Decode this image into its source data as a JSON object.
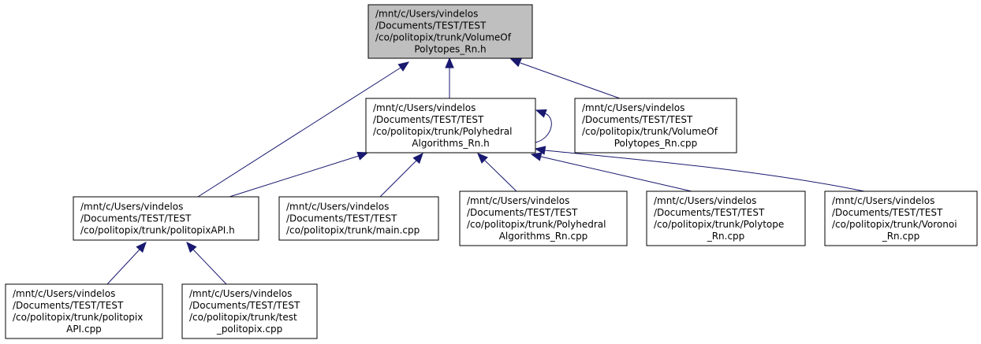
{
  "colors": {
    "root_fill": "#bfbfbf",
    "node_fill": "#ffffff",
    "border": "#000000",
    "edge": "#191970"
  },
  "nodes": [
    {
      "id": "volume_h",
      "lines": [
        "/mnt/c/Users/vindelos",
        "/Documents/TEST/TEST",
        "/co/politopix/trunk/VolumeOf",
        "Polytopes_Rn.h"
      ],
      "highlight": true
    },
    {
      "id": "polyhedral_h",
      "lines": [
        "/mnt/c/Users/vindelos",
        "/Documents/TEST/TEST",
        "/co/politopix/trunk/Polyhedral",
        "Algorithms_Rn.h"
      ],
      "highlight": false
    },
    {
      "id": "volume_cpp",
      "lines": [
        "/mnt/c/Users/vindelos",
        "/Documents/TEST/TEST",
        "/co/politopix/trunk/VolumeOf",
        "Polytopes_Rn.cpp"
      ],
      "highlight": false
    },
    {
      "id": "politopixapi_h",
      "lines": [
        "/mnt/c/Users/vindelos",
        "/Documents/TEST/TEST",
        "/co/politopix/trunk/politopixAPI.h"
      ],
      "highlight": false
    },
    {
      "id": "main_cpp",
      "lines": [
        "/mnt/c/Users/vindelos",
        "/Documents/TEST/TEST",
        "/co/politopix/trunk/main.cpp"
      ],
      "highlight": false
    },
    {
      "id": "polyhedral_cpp",
      "lines": [
        "/mnt/c/Users/vindelos",
        "/Documents/TEST/TEST",
        "/co/politopix/trunk/Polyhedral",
        "Algorithms_Rn.cpp"
      ],
      "highlight": false
    },
    {
      "id": "polytope_cpp",
      "lines": [
        "/mnt/c/Users/vindelos",
        "/Documents/TEST/TEST",
        "/co/politopix/trunk/Polytope",
        "_Rn.cpp"
      ],
      "highlight": false
    },
    {
      "id": "voronoi_cpp",
      "lines": [
        "/mnt/c/Users/vindelos",
        "/Documents/TEST/TEST",
        "/co/politopix/trunk/Voronoi",
        "_Rn.cpp"
      ],
      "highlight": false
    },
    {
      "id": "politopixapi_cpp",
      "lines": [
        "/mnt/c/Users/vindelos",
        "/Documents/TEST/TEST",
        "/co/politopix/trunk/politopix",
        "API.cpp"
      ],
      "highlight": false
    },
    {
      "id": "test_cpp",
      "lines": [
        "/mnt/c/Users/vindelos",
        "/Documents/TEST/TEST",
        "/co/politopix/trunk/test",
        "_politopix.cpp"
      ],
      "highlight": false
    }
  ],
  "edges": [
    {
      "from": "polyhedral_h",
      "to": "volume_h"
    },
    {
      "from": "politopixapi_h",
      "to": "volume_h"
    },
    {
      "from": "volume_cpp",
      "to": "volume_h"
    },
    {
      "from": "politopixapi_h",
      "to": "polyhedral_h"
    },
    {
      "from": "main_cpp",
      "to": "polyhedral_h"
    },
    {
      "from": "polyhedral_cpp",
      "to": "polyhedral_h"
    },
    {
      "from": "polytope_cpp",
      "to": "polyhedral_h"
    },
    {
      "from": "voronoi_cpp",
      "to": "polyhedral_h"
    },
    {
      "from": "polyhedral_h",
      "to": "polyhedral_h"
    },
    {
      "from": "politopixapi_cpp",
      "to": "politopixapi_h"
    },
    {
      "from": "test_cpp",
      "to": "politopixapi_h"
    }
  ]
}
